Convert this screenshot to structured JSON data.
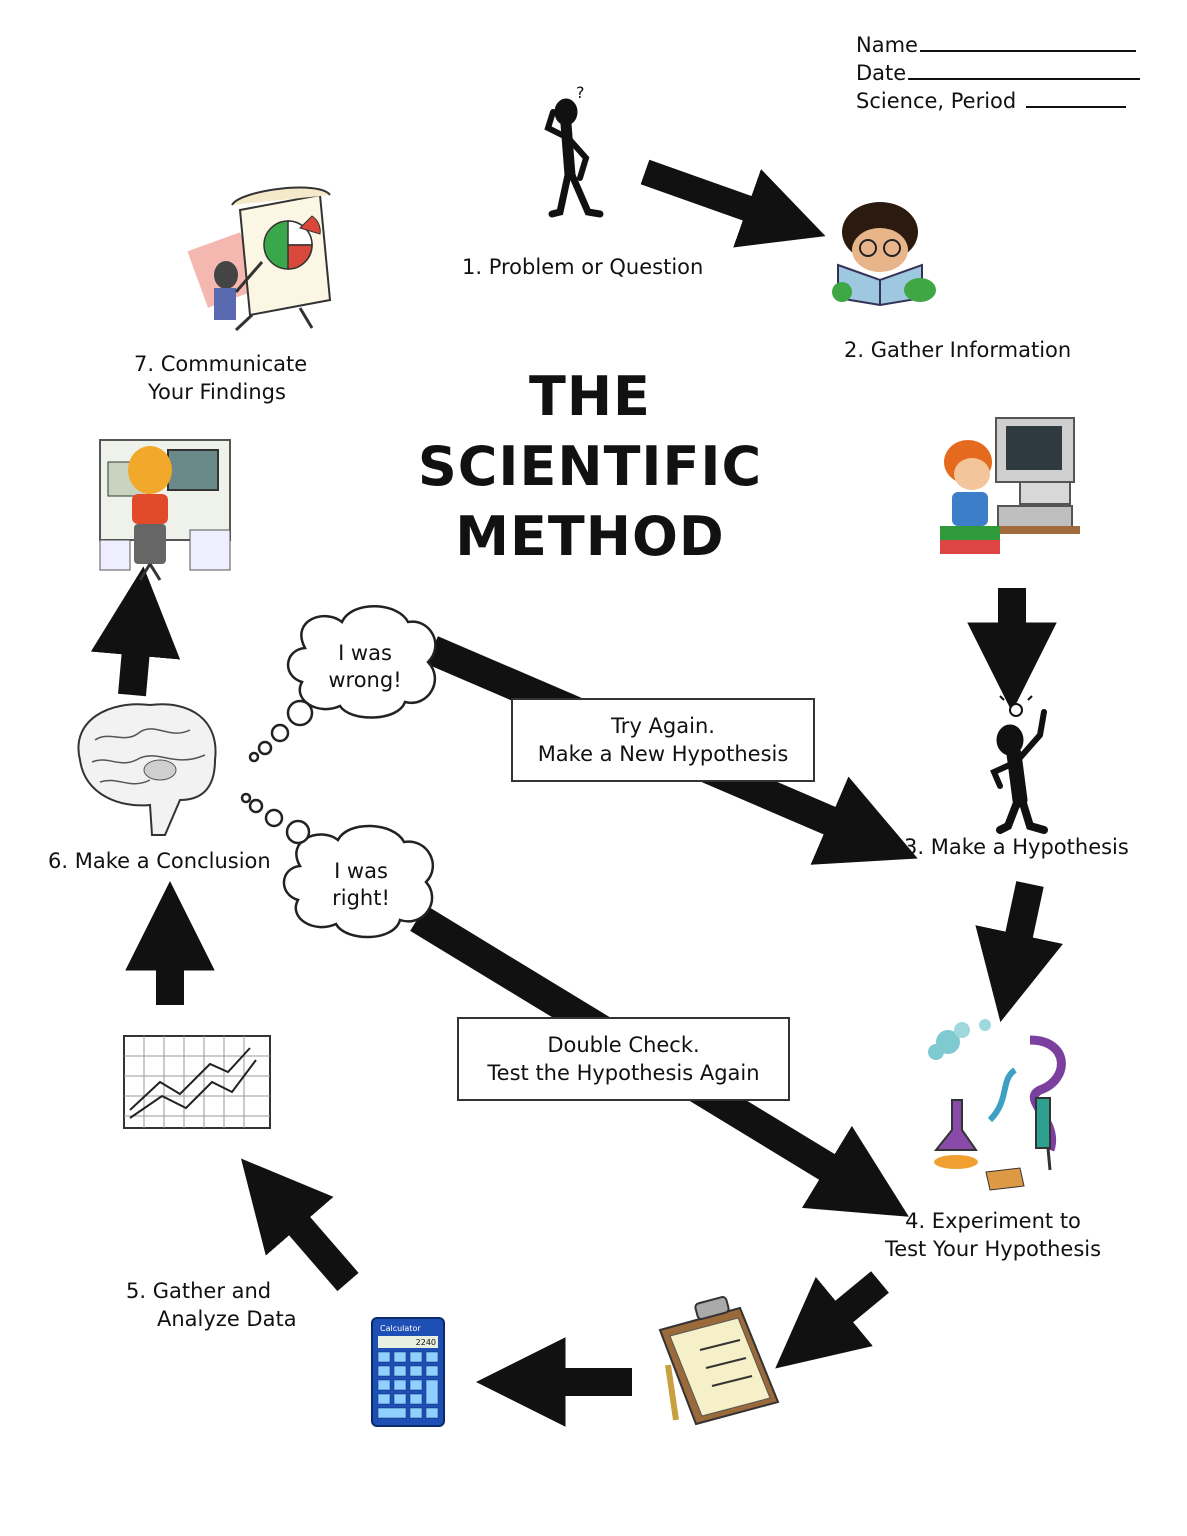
{
  "header": {
    "name_label": "Name",
    "date_label": "Date",
    "period_label": "Science, Period"
  },
  "title": {
    "line1": "THE",
    "line2": "SCIENTIFIC",
    "line3": "METHOD"
  },
  "steps": [
    {
      "label": "1. Problem or Question",
      "icon": "thinking-stick-figure"
    },
    {
      "label": "2. Gather Information",
      "icon": "boy-reading-book"
    },
    {
      "label": "3. Make a Hypothesis",
      "icon": "idea-stick-figure"
    },
    {
      "line1": "4. Experiment to",
      "line2": "Test Your Hypothesis",
      "icon": "lab-flasks"
    },
    {
      "line1": "5. Gather and",
      "line2": "Analyze Data",
      "icon": "calculator"
    },
    {
      "label": "6. Make a Conclusion",
      "icon": "brain"
    },
    {
      "line1": "7. Communicate",
      "line2": "Your Findings",
      "icon": "presentation-easel"
    }
  ],
  "bubbles": {
    "wrong": {
      "line1": "I was",
      "line2": "wrong!"
    },
    "right": {
      "line1": "I was",
      "line2": "right!"
    }
  },
  "boxes": {
    "try_again": {
      "line1": "Try Again.",
      "line2": "Make a New Hypothesis"
    },
    "double_check": {
      "line1": "Double Check.",
      "line2": "Test the Hypothesis Again"
    }
  },
  "calculator": {
    "title": "Calculator",
    "display": "2240"
  }
}
